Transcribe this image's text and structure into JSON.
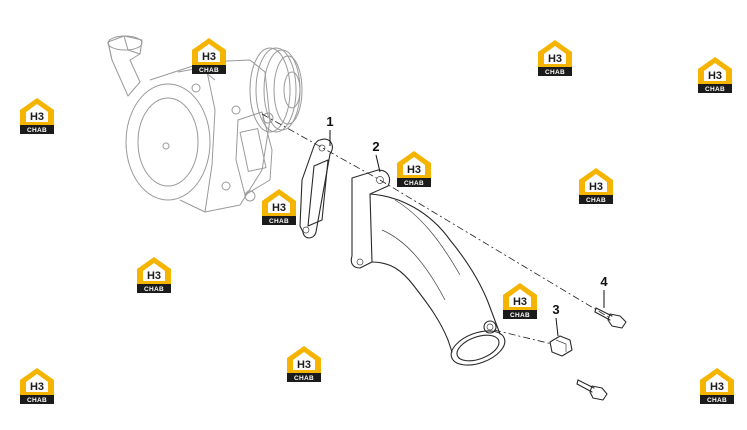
{
  "callouts": [
    {
      "id": "1",
      "label": "1"
    },
    {
      "id": "2",
      "label": "2"
    },
    {
      "id": "3",
      "label": "3"
    },
    {
      "id": "4",
      "label": "4"
    }
  ],
  "watermark": {
    "top_text": "H3",
    "bottom_text": "CHAB",
    "accent_color": "#f5b400",
    "dark_color": "#1b1b1b"
  },
  "colors": {
    "line": "#2a2a2a",
    "faded": "#9a9a9a"
  }
}
